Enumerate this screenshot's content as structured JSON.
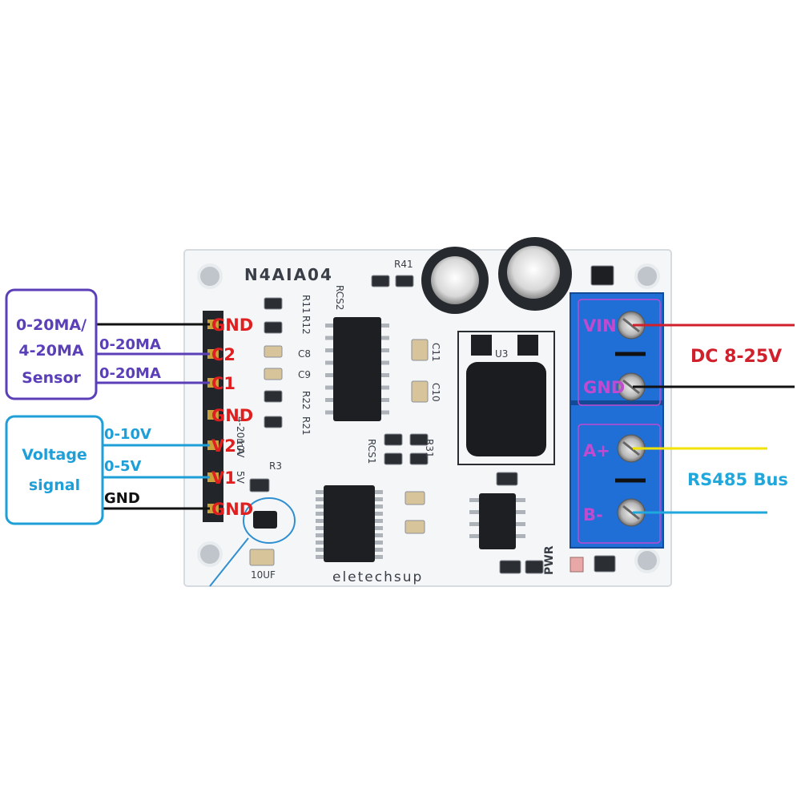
{
  "board": {
    "model": "N4AIA04",
    "brand": "eletechsup",
    "silk_range": "4-20mA",
    "silk_10v": "10V",
    "silk_5v": "5V",
    "silk_pwr": "PWR",
    "silk_10uf": "10UF"
  },
  "left_pins": [
    "GND",
    "C2",
    "C1",
    "GND",
    "V2",
    "V1",
    "GND"
  ],
  "sensor_box": {
    "line1": "0-20MA/",
    "line2": "4-20MA",
    "line3": "Sensor"
  },
  "voltage_box": {
    "line1": "Voltage",
    "line2": "signal"
  },
  "wire_labels": {
    "c2": "0-20MA",
    "c1": "0-20MA",
    "v2": "0-10V",
    "v1": "0-5V",
    "gnd": "GND"
  },
  "right_terminals": [
    "VIN",
    "GND",
    "A+",
    "B-"
  ],
  "right_labels": {
    "power": "DC 8-25V",
    "bus": "RS485 Bus"
  },
  "components": {
    "u3": "U3",
    "r3": "R3",
    "r41": "R41",
    "rcs2": "RCS2",
    "rcs1": "RCS1",
    "r31": "R31",
    "r11": "R11",
    "r12": "R12",
    "r22": "R22",
    "r21": "R21",
    "c8": "C8",
    "c9": "C9",
    "c10": "C10",
    "c11": "C11"
  },
  "colors": {
    "board": "#f4f6f8",
    "pin_label": "#e02020",
    "sensor_purple": "#5a3fb8",
    "voltage_blue": "#1e9fd8",
    "power_red": "#d0202c",
    "bus_blue": "#20a8dc",
    "terminal_blue": "#1f6fd6",
    "terminal_label": "#c04ad0",
    "wire_yellow": "#f2e200"
  }
}
